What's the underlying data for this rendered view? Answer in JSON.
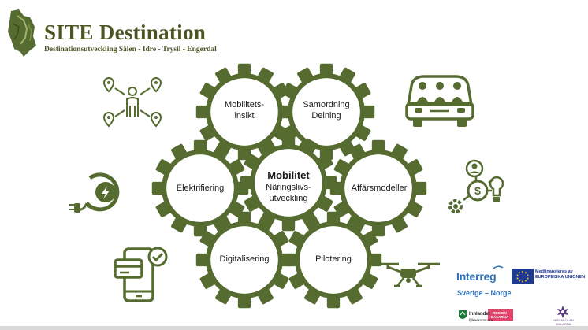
{
  "logo": {
    "title": "SITE Destination",
    "subtitle": "Destinationsutveckling Sälen - Idre - Trysil - Engerdal"
  },
  "gears": {
    "mobilitetsinsikt": {
      "line1": "Mobilitets-",
      "line2": "insikt"
    },
    "samordning": {
      "line1": "Samordning",
      "line2": "Delning"
    },
    "elektrifiering": {
      "line1": "Elektrifiering"
    },
    "center": {
      "title": "Mobilitet",
      "line1": "Näringslivs-",
      "line2": "utveckling"
    },
    "affarsmodeller": {
      "line1": "Affärsmodeller"
    },
    "digitalisering": {
      "line1": "Digitalisering"
    },
    "pilotering": {
      "line1": "Pilotering"
    }
  },
  "partners": {
    "interreg": "Interreg",
    "interreg_sub": "Sverige – Norge",
    "eu_line1": "Medfinansieras av",
    "eu_line2": "EUROPEISKA UNIONEN",
    "innlandet_line1": "Innlandet",
    "innlandet_line2": "fylkeskommune",
    "region_line1": "REGION",
    "region_line2": "DALARNA",
    "hogskolan_line1": "HÖGSKOLAN",
    "hogskolan_line2": "DALARNA"
  },
  "colors": {
    "gear_olive": "#556b2f",
    "icon_olive": "#556b2f",
    "logo_text": "#4a5522",
    "interreg_blue": "#2e6fb7",
    "eu_blue": "#1f3a93",
    "region_pink": "#e0456b"
  },
  "icons": [
    "network-people-icon",
    "car-sharing-icon",
    "charging-plug-icon",
    "business-gears-icon",
    "mobile-payment-icon",
    "drone-icon"
  ]
}
